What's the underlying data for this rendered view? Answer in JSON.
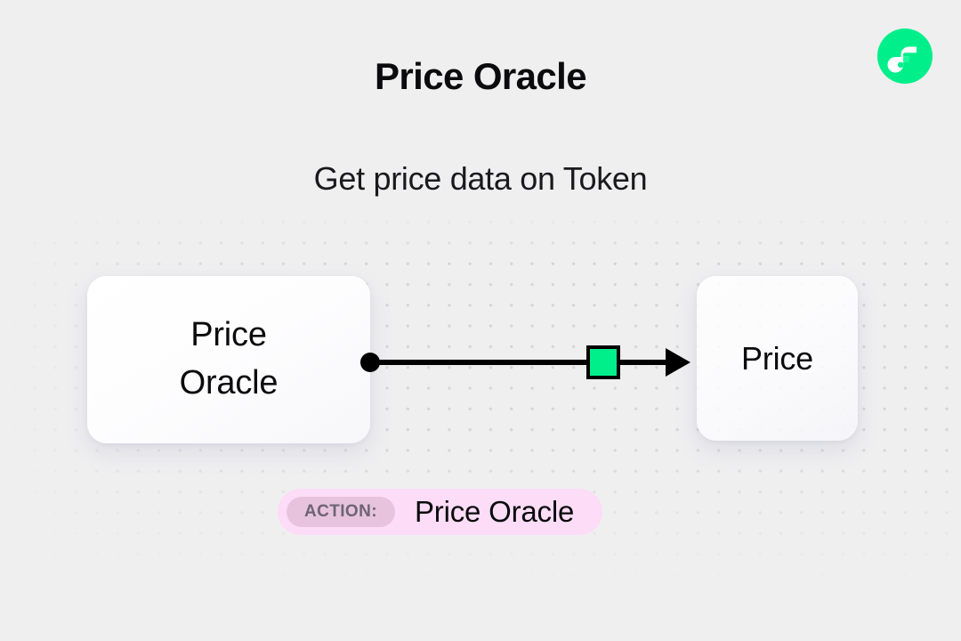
{
  "page": {
    "title": "Price Oracle",
    "subtitle": "Get price data on Token",
    "background_color": "#efeff0"
  },
  "brand": {
    "logo_name": "flow-logo",
    "logo_color": "#00ef8b",
    "mark_color": "#ffffff"
  },
  "diagram": {
    "source_node": {
      "label_line1": "Price",
      "label_line2": "Oracle"
    },
    "target_node": {
      "label": "Price"
    },
    "connector": {
      "start_dot_color": "#000000",
      "line_color": "#000000",
      "arrow_color": "#000000",
      "mid_marker_color": "#00ef8b",
      "mid_marker_border_color": "#000000"
    }
  },
  "action": {
    "prefix_label": "ACTION:",
    "value": "Price Oracle",
    "badge_color": "#fcdcf6",
    "pill_color": "#e7c3de"
  }
}
